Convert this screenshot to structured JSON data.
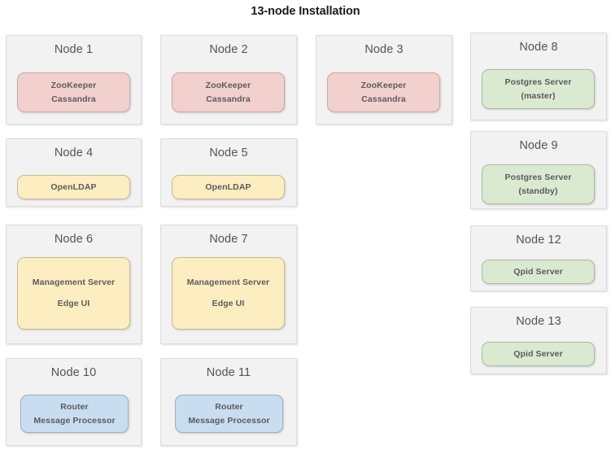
{
  "title": "13-node Installation",
  "colors": {
    "card_bg": "#f2f2f2",
    "card_border": "#dcdcdc",
    "zookeeper_cassandra": "#f2d0ce",
    "openldap": "#fdeec2",
    "management_server": "#fdeec2",
    "postgres": "#d9ead1",
    "qpid": "#d9ead1",
    "router": "#c8ddf0",
    "title_text": "#1a1a1a",
    "node_label_text": "#545454",
    "service_text": "#5b5b5b"
  },
  "nodes": [
    {
      "id": "node-1",
      "label": "Node 1",
      "service_kind": "zookeeper-cassandra",
      "color": "#f2d0ce",
      "lines": [
        "ZooKeeper",
        "Cassandra"
      ]
    },
    {
      "id": "node-2",
      "label": "Node 2",
      "service_kind": "zookeeper-cassandra",
      "color": "#f2d0ce",
      "lines": [
        "ZooKeeper",
        "Cassandra"
      ]
    },
    {
      "id": "node-3",
      "label": "Node 3",
      "service_kind": "zookeeper-cassandra",
      "color": "#f2d0ce",
      "lines": [
        "ZooKeeper",
        "Cassandra"
      ]
    },
    {
      "id": "node-8",
      "label": "Node 8",
      "service_kind": "postgres-master",
      "color": "#d9ead1",
      "lines": [
        "Postgres Server",
        "(master)"
      ]
    },
    {
      "id": "node-4",
      "label": "Node 4",
      "service_kind": "openldap",
      "color": "#fdeec2",
      "lines": [
        "OpenLDAP"
      ]
    },
    {
      "id": "node-5",
      "label": "Node 5",
      "service_kind": "openldap",
      "color": "#fdeec2",
      "lines": [
        "OpenLDAP"
      ]
    },
    {
      "id": "node-9",
      "label": "Node 9",
      "service_kind": "postgres-standby",
      "color": "#d9ead1",
      "lines": [
        "Postgres Server",
        "(standby)"
      ]
    },
    {
      "id": "node-6",
      "label": "Node 6",
      "service_kind": "management-server-edge-ui",
      "color": "#fdeec2",
      "lines": [
        "Management Server",
        "Edge UI"
      ]
    },
    {
      "id": "node-7",
      "label": "Node 7",
      "service_kind": "management-server-edge-ui",
      "color": "#fdeec2",
      "lines": [
        "Management Server",
        "Edge UI"
      ]
    },
    {
      "id": "node-12",
      "label": "Node 12",
      "service_kind": "qpid",
      "color": "#d9ead1",
      "lines": [
        "Qpid Server"
      ]
    },
    {
      "id": "node-13",
      "label": "Node 13",
      "service_kind": "qpid",
      "color": "#d9ead1",
      "lines": [
        "Qpid Server"
      ]
    },
    {
      "id": "node-10",
      "label": "Node 10",
      "service_kind": "router-message-processor",
      "color": "#c8ddf0",
      "lines": [
        "Router",
        "Message Processor"
      ]
    },
    {
      "id": "node-11",
      "label": "Node 11",
      "service_kind": "router-message-processor",
      "color": "#c8ddf0",
      "lines": [
        "Router",
        "Message Processor"
      ]
    }
  ]
}
